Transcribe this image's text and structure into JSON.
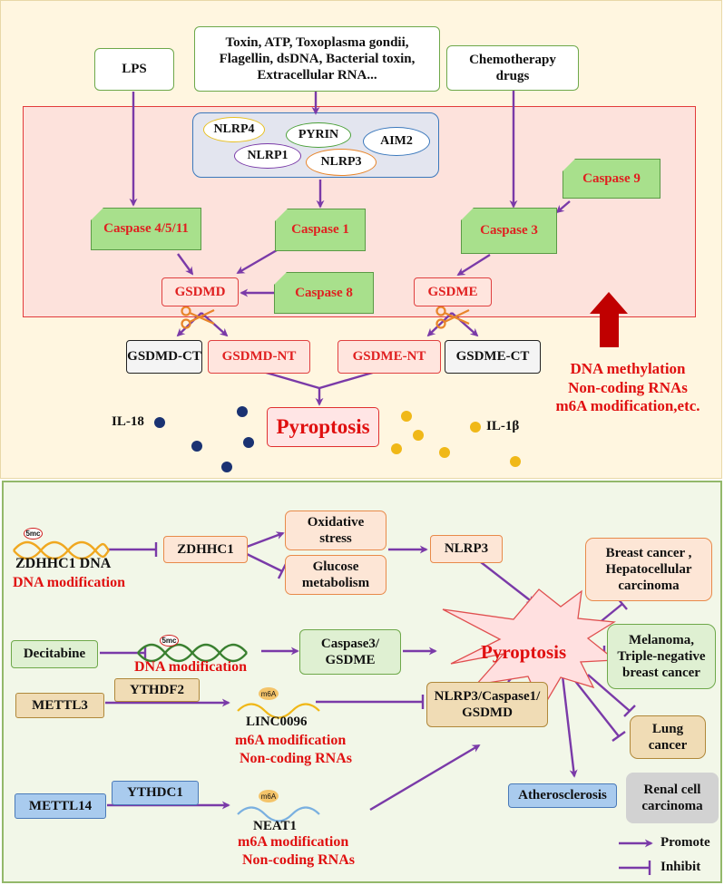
{
  "top": {
    "lps": "LPS",
    "toxin_lines": [
      "Toxin, ATP, Toxoplasma gondii,",
      "Flagellin, dsDNA, Bacterial toxin,",
      "Extracellular RNA..."
    ],
    "chemo_lines": [
      "Chemotherapy",
      "drugs"
    ],
    "inflammasomes": {
      "nlrp4": "NLRP4",
      "pyrin": "PYRIN",
      "aim2": "AIM2",
      "nlrp1": "NLRP1",
      "nlrp3": "NLRP3"
    },
    "caspases": {
      "c9": "Caspase 9",
      "c4511": "Caspase 4/5/11",
      "c1": "Caspase 1",
      "c3": "Caspase 3",
      "c8": "Caspase 8"
    },
    "gsdmd": "GSDMD",
    "gsdme": "GSDME",
    "gsdmd_ct": "GSDMD-CT",
    "gsdmd_nt": "GSDMD-NT",
    "gsdme_nt": "GSDME-NT",
    "gsdme_ct": "GSDME-CT",
    "regulators": [
      "DNA methylation",
      "Non-coding RNAs",
      "m6A modification,etc."
    ],
    "pyroptosis": "Pyroptosis",
    "il18": "IL-18",
    "il1b": "IL-1β"
  },
  "bottom": {
    "mc": "5mc",
    "m6a": "m6A",
    "zdhhc1_dna": "ZDHHC1 DNA",
    "dna_modification": "DNA modification",
    "zdhhc1": "ZDHHC1",
    "oxidative_lines": [
      "Oxidative",
      "stress"
    ],
    "glucose_lines": [
      "Glucose",
      "metabolism"
    ],
    "nlrp3": "NLRP3",
    "breast_lines": [
      "Breast cancer ,",
      "Hepatocellular",
      "carcinoma"
    ],
    "decitabine": "Decitabine",
    "dna_modification2": "DNA modification",
    "casp3_lines": [
      "Caspase3/",
      "GSDME"
    ],
    "pyroptosis": "Pyroptosis",
    "melanoma_lines": [
      "Melanoma,",
      "Triple-negative",
      "breast cancer"
    ],
    "mettl3": "METTL3",
    "ythdf2": "YTHDF2",
    "linc": "LINC0096",
    "m6a_mod": "m6A modification",
    "ncrna": "Non-coding RNAs",
    "nlrp3c_lines": [
      "NLRP3/Caspase1/",
      "GSDMD"
    ],
    "lung_lines": [
      "Lung",
      "cancer"
    ],
    "renal_lines": [
      "Renal cell",
      "carcinoma"
    ],
    "mettl14": "METTL14",
    "ythdc1": "YTHDC1",
    "neat1": "NEAT1",
    "m6a_mod2": "m6A modification",
    "ncrna2": "Non-coding RNAs",
    "athero": "Atherosclerosis",
    "legend": {
      "promote": "Promote",
      "inhibit": "Inhibit"
    }
  },
  "colors": {
    "arrow": "#7a3aa8",
    "red_text": "#e01010",
    "thick_arrow": "#c00000",
    "il18_dot": "#1a3272",
    "il1b_dot": "#f0b818"
  }
}
